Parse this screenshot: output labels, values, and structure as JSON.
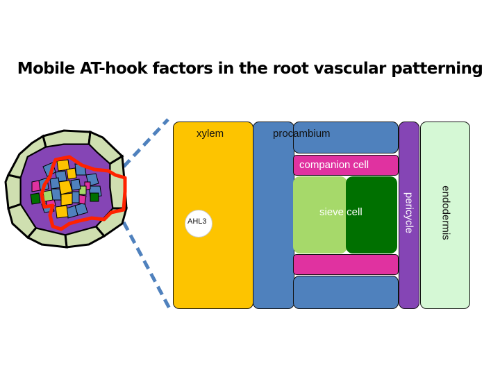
{
  "title": "Mobile AT-hook factors in the root vascular patterning",
  "labels": {
    "xylem": "xylem",
    "procambium": "procambium",
    "companion_cell": "companion cell",
    "sieve_cell": "sieve cell",
    "pericycle": "pericycle",
    "endodermis": "endodermis",
    "ahl3": "AHL3"
  },
  "colors": {
    "xylem": "#FDC400",
    "procambium": "#4F81BD",
    "companion_cell": "#E032A0",
    "sieve_light": "#A6D96A",
    "sieve_dark": "#007000",
    "pericycle": "#8545B5",
    "endodermis": "#D5F8D5",
    "epidermis": "#CFDFB0",
    "highlight_outline": "#FF2200",
    "zoom_lines": "#4F81BD"
  }
}
